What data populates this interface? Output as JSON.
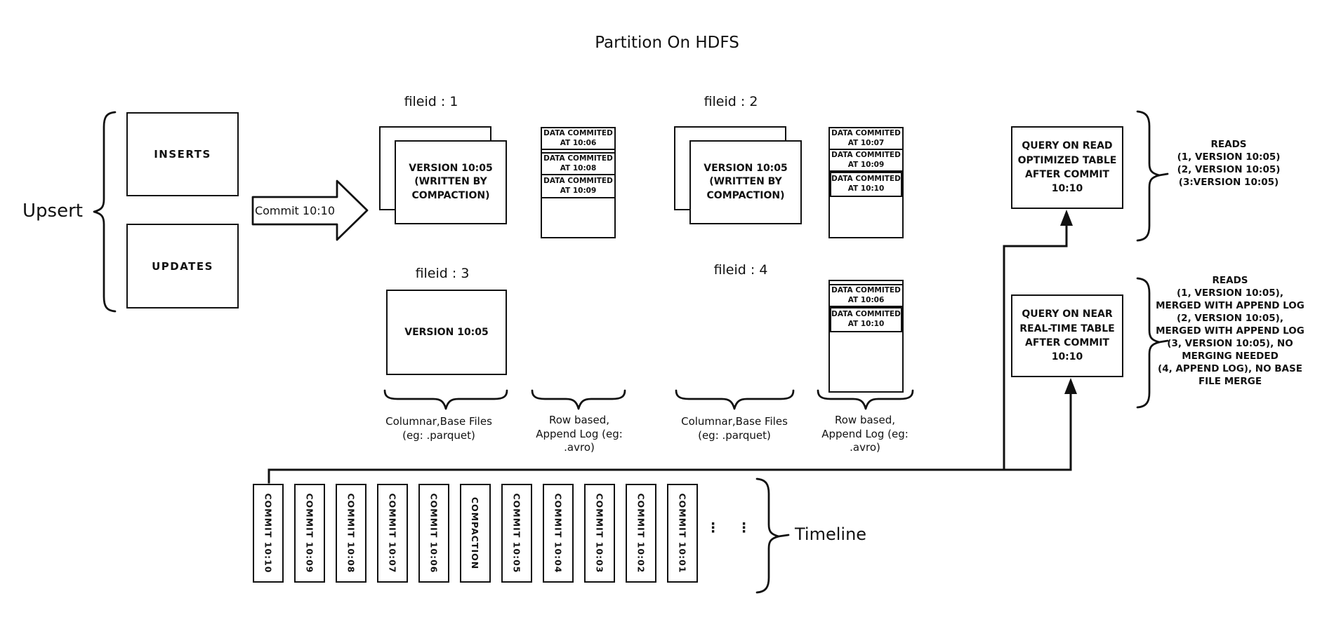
{
  "title": "Partition On HDFS",
  "upsert": {
    "label": "Upsert",
    "inserts": "INSERTS",
    "updates": "UPDATES"
  },
  "commit_arrow": {
    "label": "Commit 10:10"
  },
  "filegroup1": {
    "label": "fileid : 1",
    "base": "VERSION 10:05\n(WRITTEN BY\nCOMPACTION)",
    "log": [
      "DATA COMMITED\nAT 10:06",
      "DATA COMMITED\nAT 10:08",
      "DATA COMMITED\nAT 10:09"
    ]
  },
  "filegroup2": {
    "label": "fileid : 2",
    "base": "VERSION 10:05\n(WRITTEN BY\nCOMPACTION)",
    "log": [
      "DATA COMMITED\nAT 10:07",
      "DATA COMMITED\nAT 10:09",
      "DATA COMMITED\nAT 10:10"
    ]
  },
  "filegroup3": {
    "label": "fileid : 3",
    "base": "VERSION 10:05"
  },
  "filegroup4": {
    "label": "fileid : 4",
    "log": [
      "DATA COMMITED\nAT 10:06",
      "DATA COMMITED\nAT 10:10"
    ]
  },
  "group_labels": {
    "columnar1": "Columnar,Base Files\n(eg: .parquet)",
    "row1": "Row based,\nAppend Log  (eg:\n.avro)",
    "columnar2": "Columnar,Base Files\n(eg: .parquet)",
    "row2": "Row based,\nAppend Log  (eg:\n.avro)"
  },
  "query_read_optimized": {
    "box": "QUERY ON READ\nOPTIMIZED TABLE\nAFTER COMMIT\n10:10",
    "reads": "READS\n(1, VERSION 10:05)\n(2, VERSION 10:05)\n(3:VERSION 10:05)"
  },
  "query_near_realtime": {
    "box": "QUERY ON NEAR\nREAL-TIME TABLE\nAFTER COMMIT\n10:10",
    "reads": "READS\n(1, VERSION 10:05),\nMERGED WITH APPEND LOG\n(2, VERSION 10:05),\nMERGED WITH APPEND LOG\n(3, VERSION 10:05), NO\nMERGING NEEDED\n(4, APPEND LOG), NO BASE\nFILE MERGE"
  },
  "timeline": {
    "label": "Timeline",
    "commits": [
      "COMMIT 10:10",
      "COMMIT 10:09",
      "COMMIT 10:08",
      "COMMIT 10:07",
      "COMMIT 10:06",
      "COMPACTION",
      "COMMIT 10:05",
      "COMMIT 10:04",
      "COMMIT 10:03",
      "COMMIT 10:02",
      "COMMIT 10:01"
    ],
    "dots": [
      "⋮",
      "⋮"
    ]
  },
  "colors": {
    "ink": "#111111",
    "background": "#ffffff"
  }
}
